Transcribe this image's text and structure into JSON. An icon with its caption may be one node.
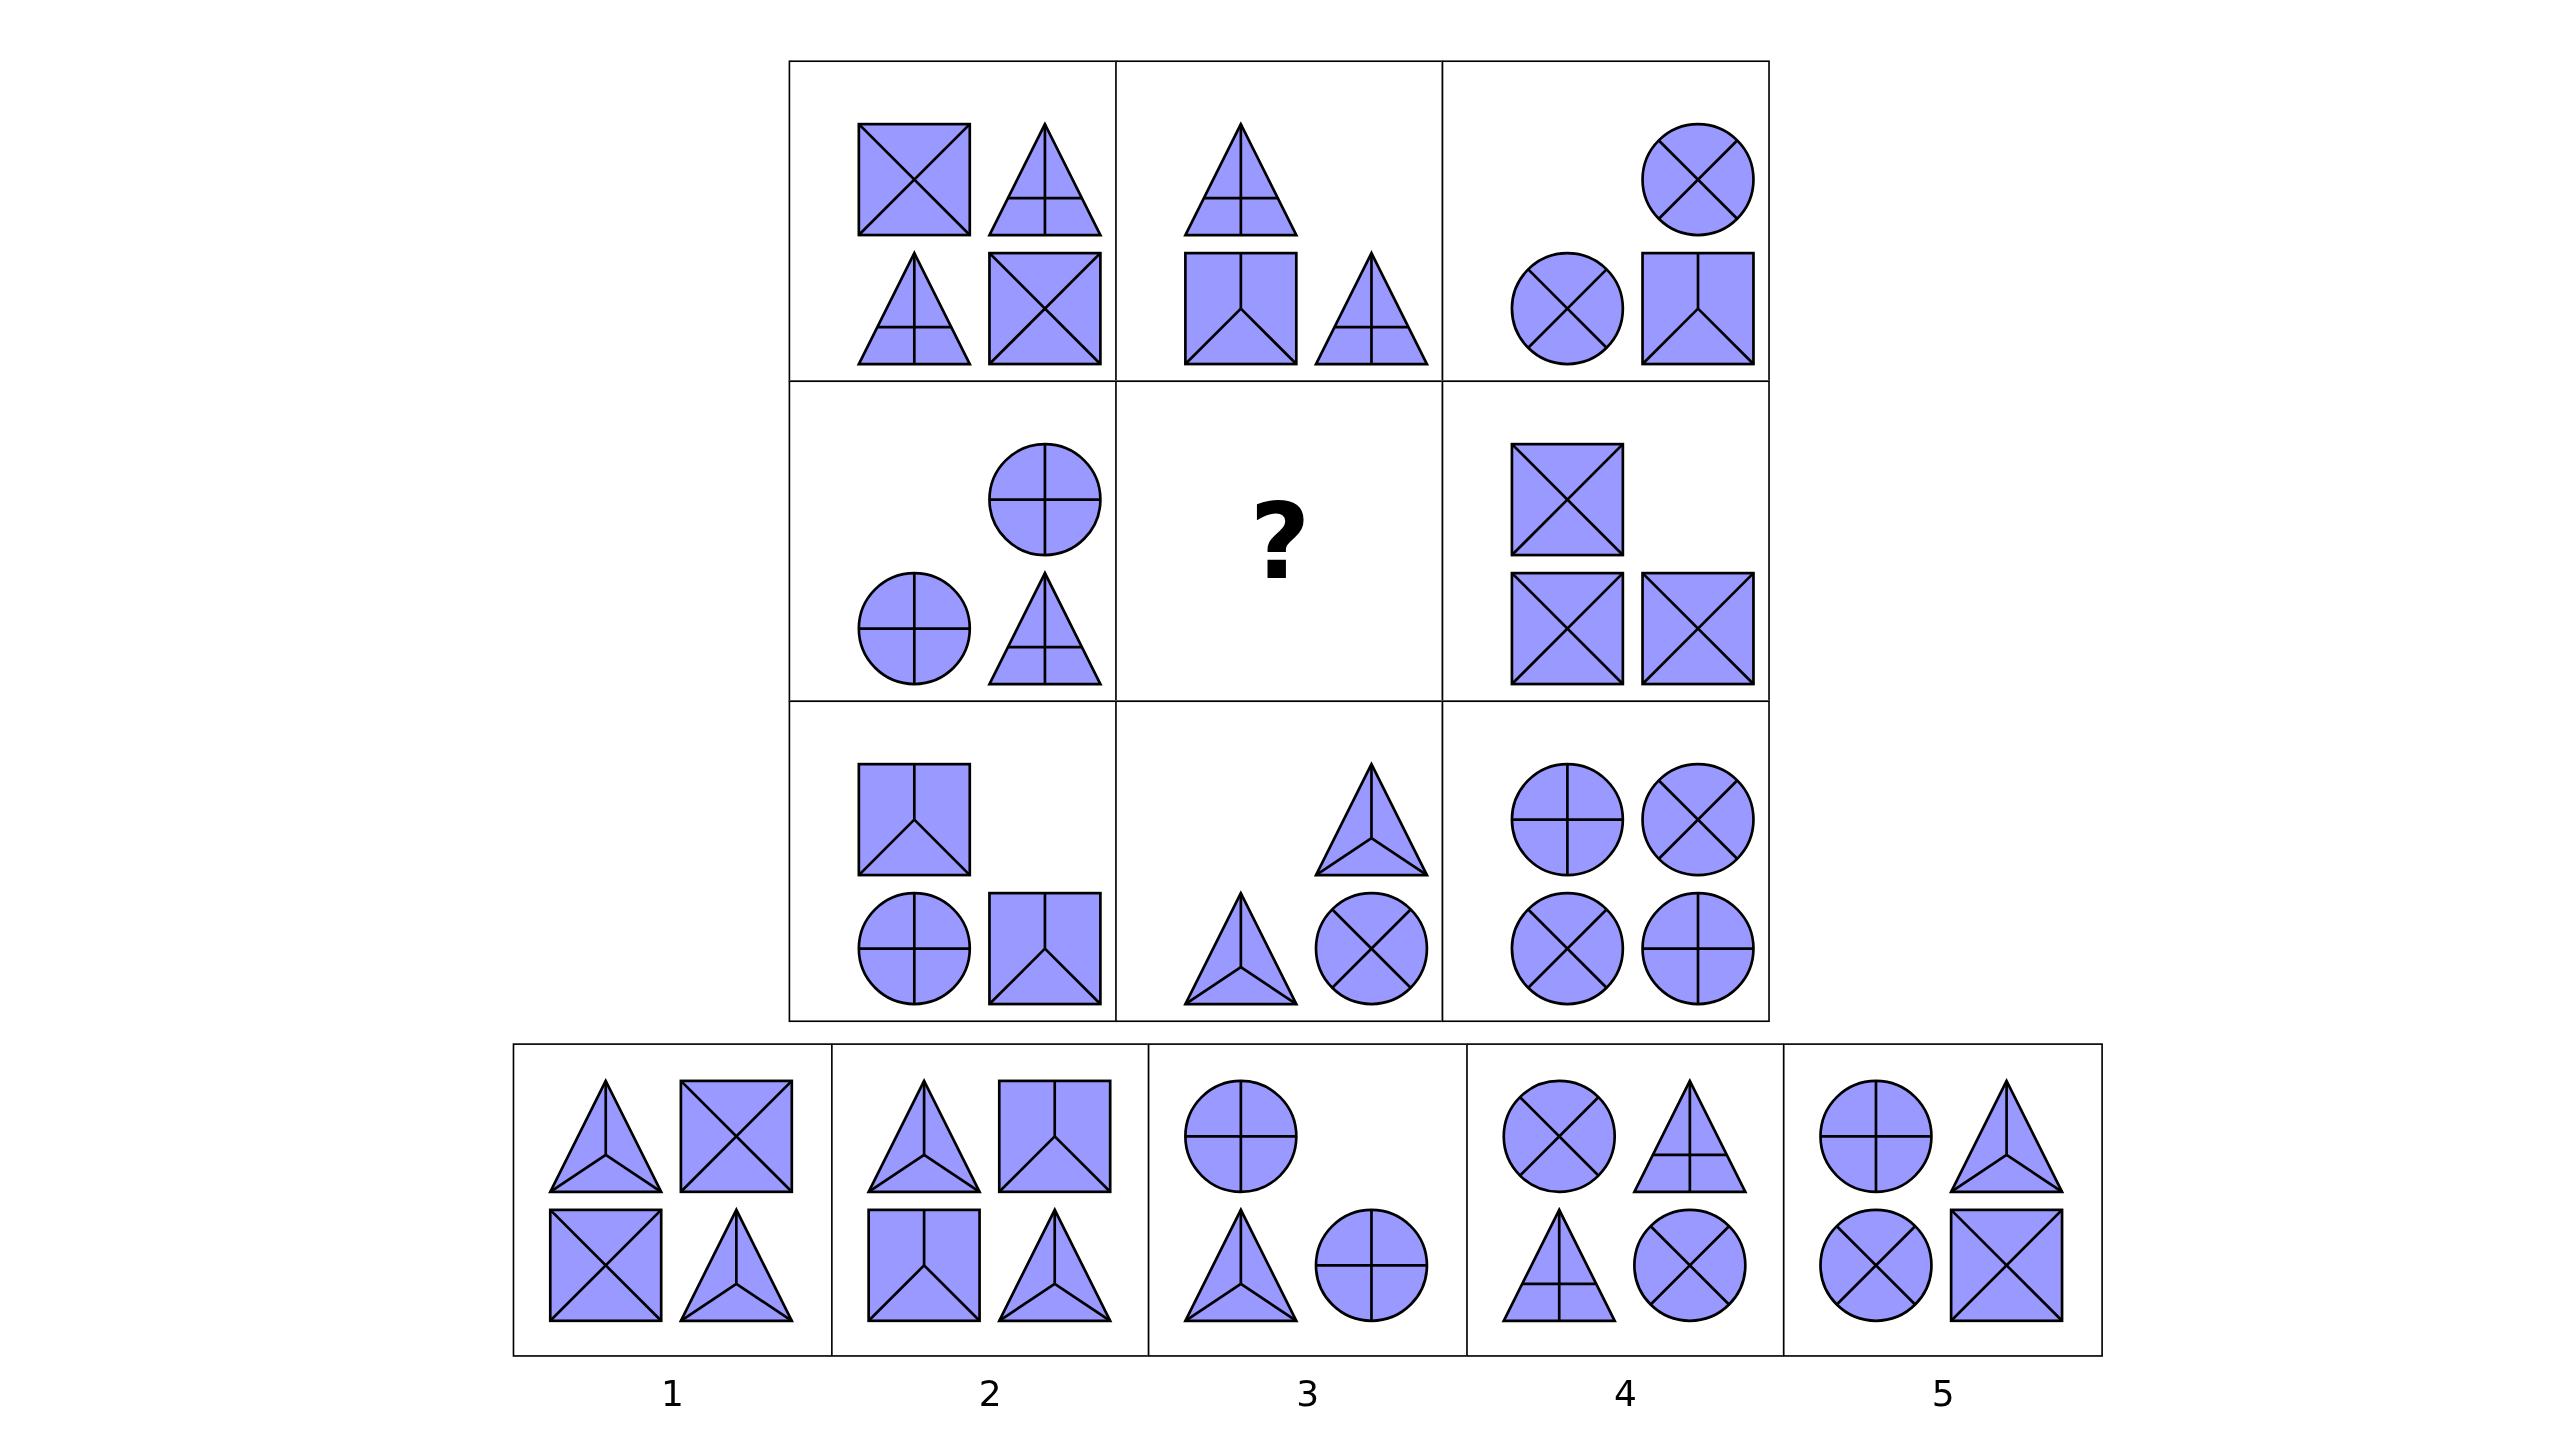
{
  "diagram": {
    "labels": [
      "?",
      "1",
      "2",
      "3",
      "4",
      "5"
    ]
  }
}
